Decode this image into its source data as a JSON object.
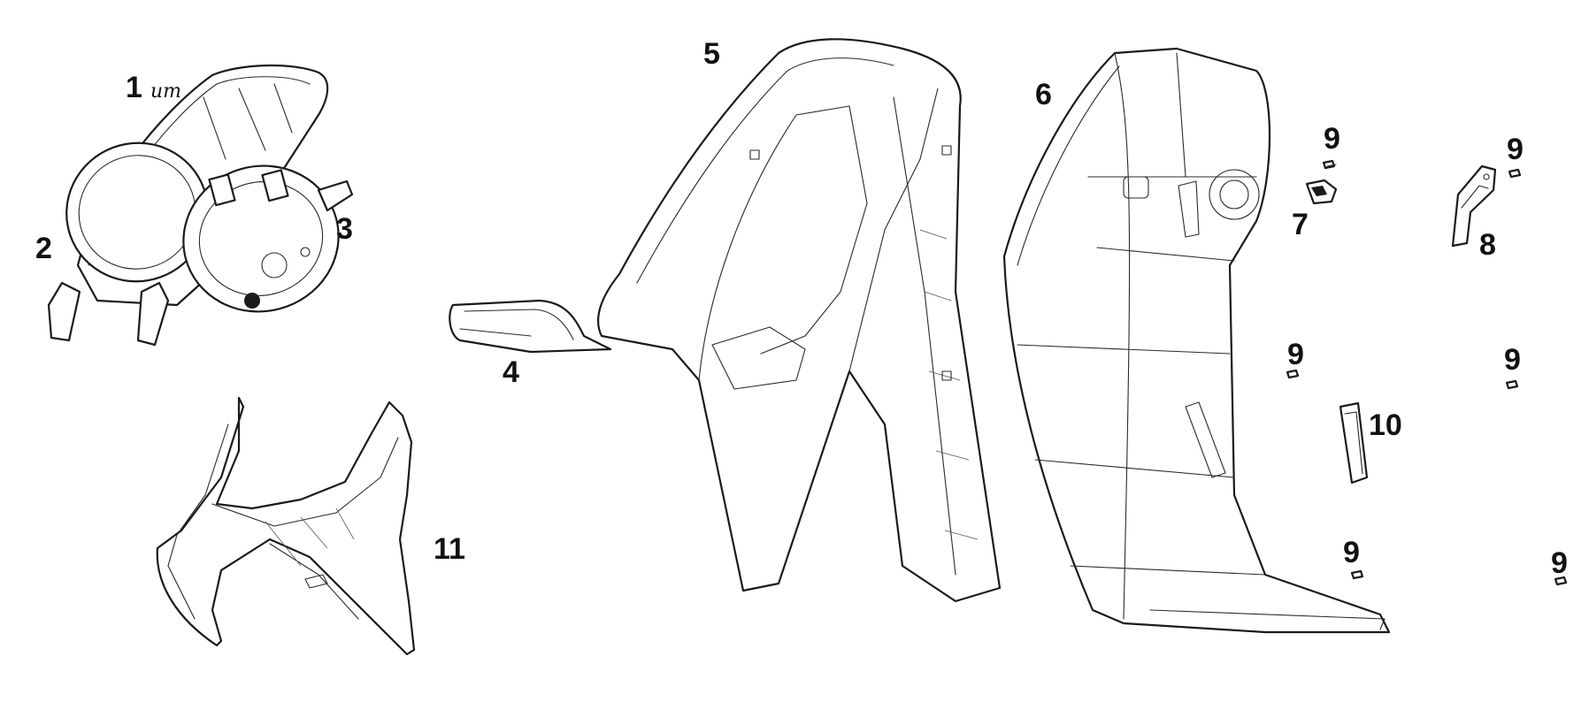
{
  "diagram": {
    "callouts": {
      "c1": "1",
      "c1_mark": "um",
      "c2": "2",
      "c3": "3",
      "c4": "4",
      "c5": "5",
      "c6": "6",
      "c7": "7",
      "c8": "8",
      "c9": "9",
      "c10": "10",
      "c11": "11"
    },
    "colors": {
      "line": "#1a1a1a",
      "fill": "#ffffff"
    }
  }
}
